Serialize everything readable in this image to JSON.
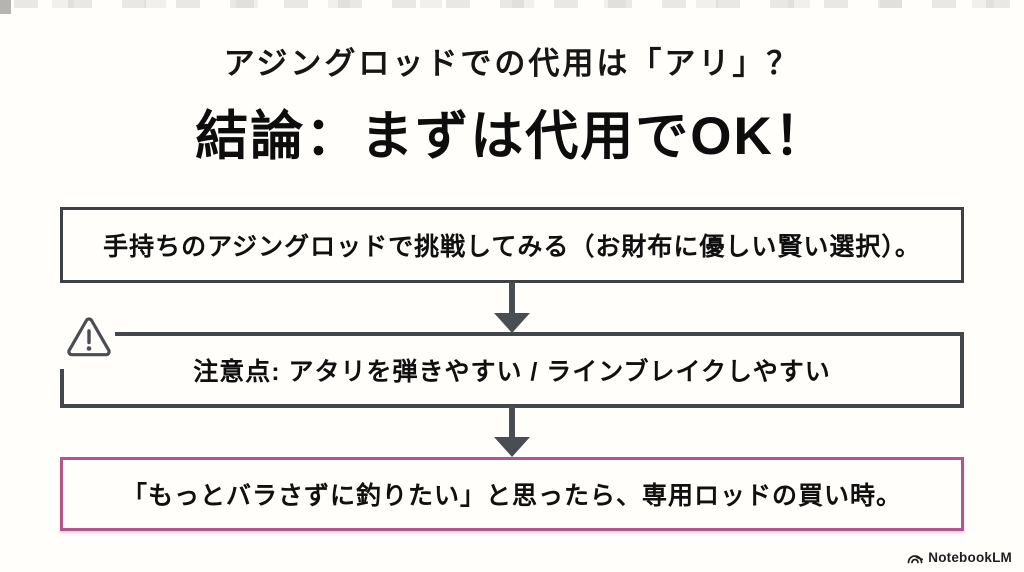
{
  "header": {
    "subtitle": "アジングロッドでの代用は「アリ」？",
    "title": "結論：まずは代用でOK！"
  },
  "flow": {
    "arrow_color": "#4a4e52",
    "steps": [
      {
        "text": "手持ちのアジングロッドで挑戦してみる（お財布に優しい賢い選択）。",
        "border_color": "#3d4144",
        "icon": "none"
      },
      {
        "text": "注意点: アタリを弾きやすい / ラインブレイクしやすい",
        "border_color": "#45484b",
        "icon": "warning-triangle-icon"
      },
      {
        "text": "「もっとバラさずに釣りたい」と思ったら、専用ロッドの買い時。",
        "border_color": "#b0568b",
        "icon": "none"
      }
    ]
  },
  "footer": {
    "brand": "NotebookLM",
    "logo_icon": "notebooklm-arcs-icon"
  }
}
